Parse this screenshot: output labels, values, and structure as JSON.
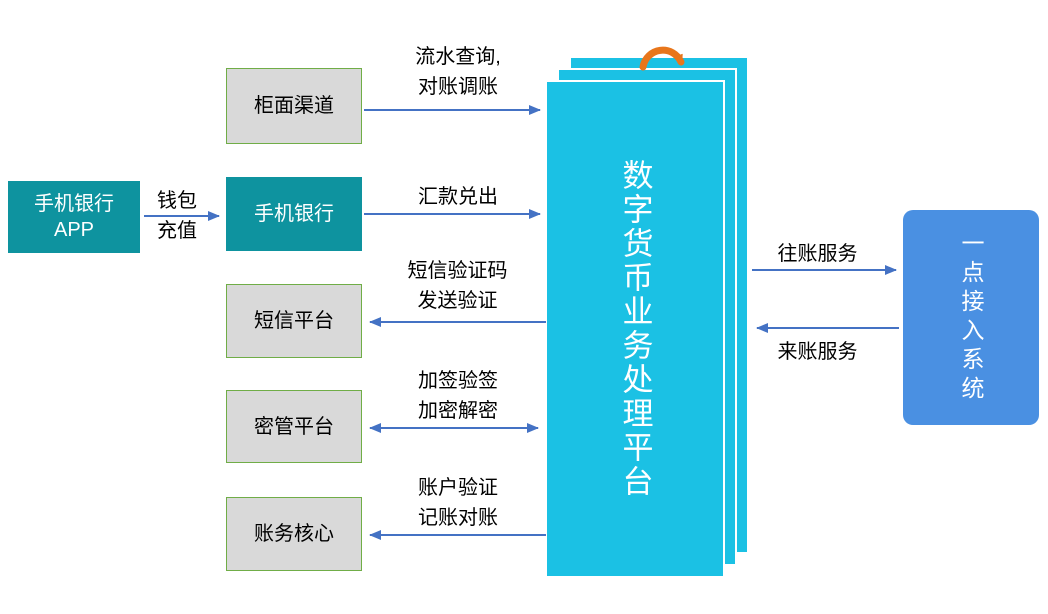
{
  "colors": {
    "teal": "#0E939F",
    "cyan": "#1BC1E4",
    "gray_fill": "#D9D9D9",
    "green_border": "#70AD47",
    "blue": "#4A90E2",
    "arrow_blue": "#4472C4",
    "orange": "#E8761B"
  },
  "nodes": {
    "mobile_app": {
      "line1": "手机银行",
      "line2": "APP"
    },
    "counter": {
      "label": "柜面渠道"
    },
    "mobile": {
      "label": "手机银行"
    },
    "sms": {
      "label": "短信平台"
    },
    "crypto": {
      "label": "密管平台"
    },
    "accounting": {
      "label": "账务核心"
    },
    "platform": {
      "label": "数字货币业务处理平台"
    },
    "access": {
      "label": "一点接入系统"
    }
  },
  "edges": {
    "wallet": {
      "line1": "钱包",
      "line2": "充值"
    },
    "counter_to_platform": {
      "line1": "流水查询,",
      "line2": "对账调账"
    },
    "mobile_to_platform": {
      "line1": "汇款兑出"
    },
    "platform_to_sms": {
      "line1": "短信验证码",
      "line2": "发送验证"
    },
    "crypto_platform": {
      "line1": "加签验签",
      "line2": "加密解密"
    },
    "platform_to_accounting": {
      "line1": "账户验证",
      "line2": "记账对账"
    },
    "platform_to_access": {
      "label": "往账服务"
    },
    "access_to_platform": {
      "label": "来账服务"
    }
  }
}
